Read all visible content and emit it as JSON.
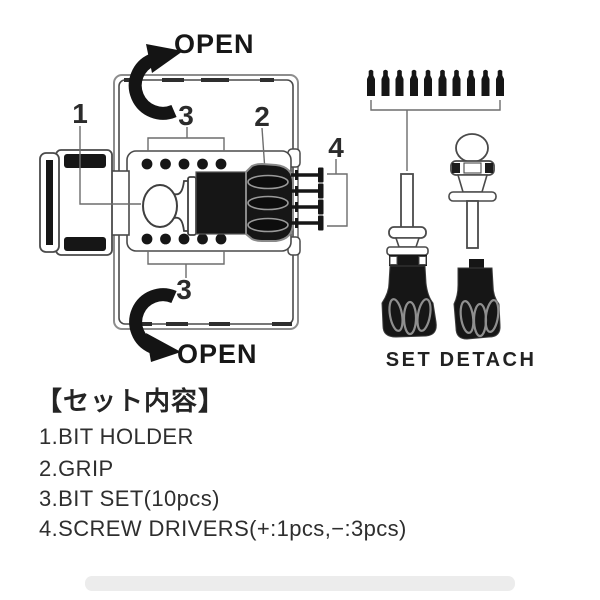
{
  "figure": {
    "open_top": "OPEN",
    "open_bottom": "OPEN",
    "callouts": {
      "one": "1",
      "two": "2",
      "three_top": "3",
      "three_bottom": "3",
      "four": "4"
    },
    "set_label": "SET",
    "detach_label": "DETACH",
    "bit_count": 10,
    "driver_shaft_count": 4,
    "colors": {
      "background": "#ffffff",
      "line": "#4a4a4a",
      "fill": "#161616",
      "groove": "#8f8f8f"
    }
  },
  "legend": {
    "heading": "【セット内容】",
    "items": [
      "1.BIT HOLDER",
      "2.GRIP",
      "3.BIT SET(10pcs)",
      "4.SCREW DRIVERS(+:1pcs,−:3pcs)"
    ]
  }
}
